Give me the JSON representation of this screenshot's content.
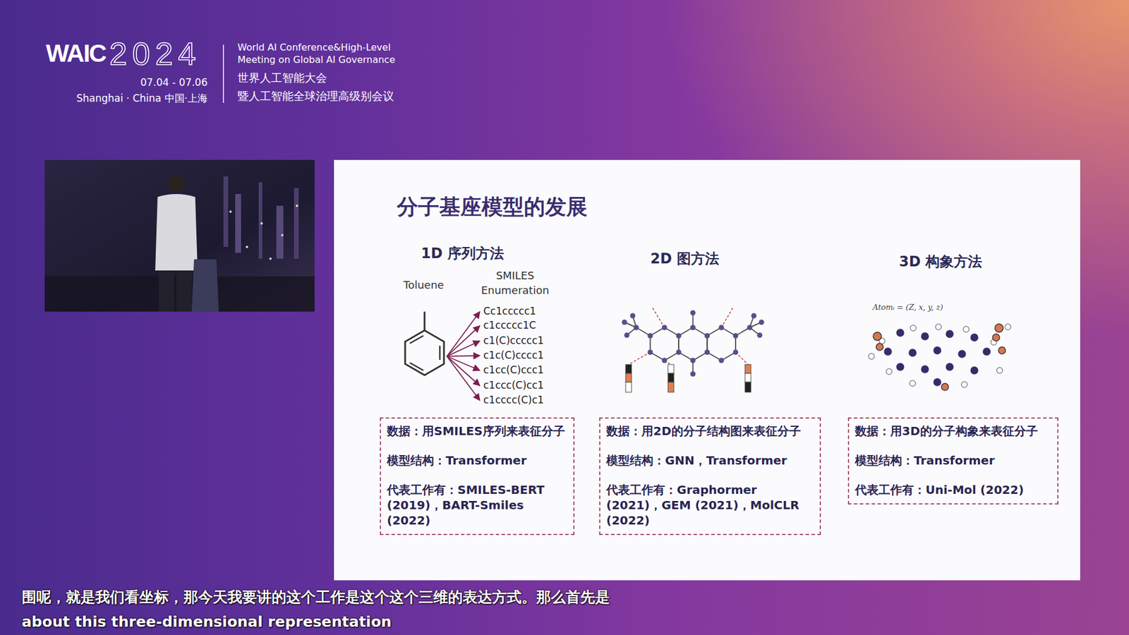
{
  "diagram": {
    "title": "分子基座模型的发展",
    "nodes": [
      {
        "text": [
          "分子基座模型的发展"
        ]
      },
      {
        "text": [
          "数据：用SMILES序列来表征分子",
          "模型结构：Transformer",
          "代表工作有：SMILES-BERT (2019)，BART-Smiles (2022)"
        ],
        "in": 0
      },
      {
        "text": [
          "数据：用2D的分子结构图来表征分子",
          "模型结构：GNN，Transformer",
          "代表工作有：Graphormer (2021)，GEM (2021)，MolCLR (2022)"
        ],
        "in": 0
      },
      {
        "text": [
          "数据：用3D的分子构象来表征分子",
          "模型结构：Transformer",
          "代表工作有：Uni-Mol (2022)"
        ],
        "in": 0
      }
    ],
    "labels": [
      "WAIC",
      "2024",
      "07.04 - 07.06",
      "Shanghai · China 中国·上海",
      "World AI Conference&High-Level",
      "Meeting on Global AI Governance",
      "世界人工智能大会",
      "暨人工智能全球治理高级别会议",
      "1D 序列方法",
      "2D 图方法",
      "3D 构象方法",
      "Toluene",
      "SMILES Enumeration",
      "Cc1ccccc1",
      "c1ccccc1C",
      "c1(C)ccccc1",
      "c1c(C)cccc1",
      "c1cc(C)ccc1",
      "c1ccc(C)cc1",
      "c1cccc(C)c1",
      "Atomᵢ = (Z, x, y, z)",
      "围呢，就是我们看坐标，那今天我要讲的这个工作是这个这个三维的表达方式。那么首先是",
      "about this three-dimensional representation"
    ]
  }
}
